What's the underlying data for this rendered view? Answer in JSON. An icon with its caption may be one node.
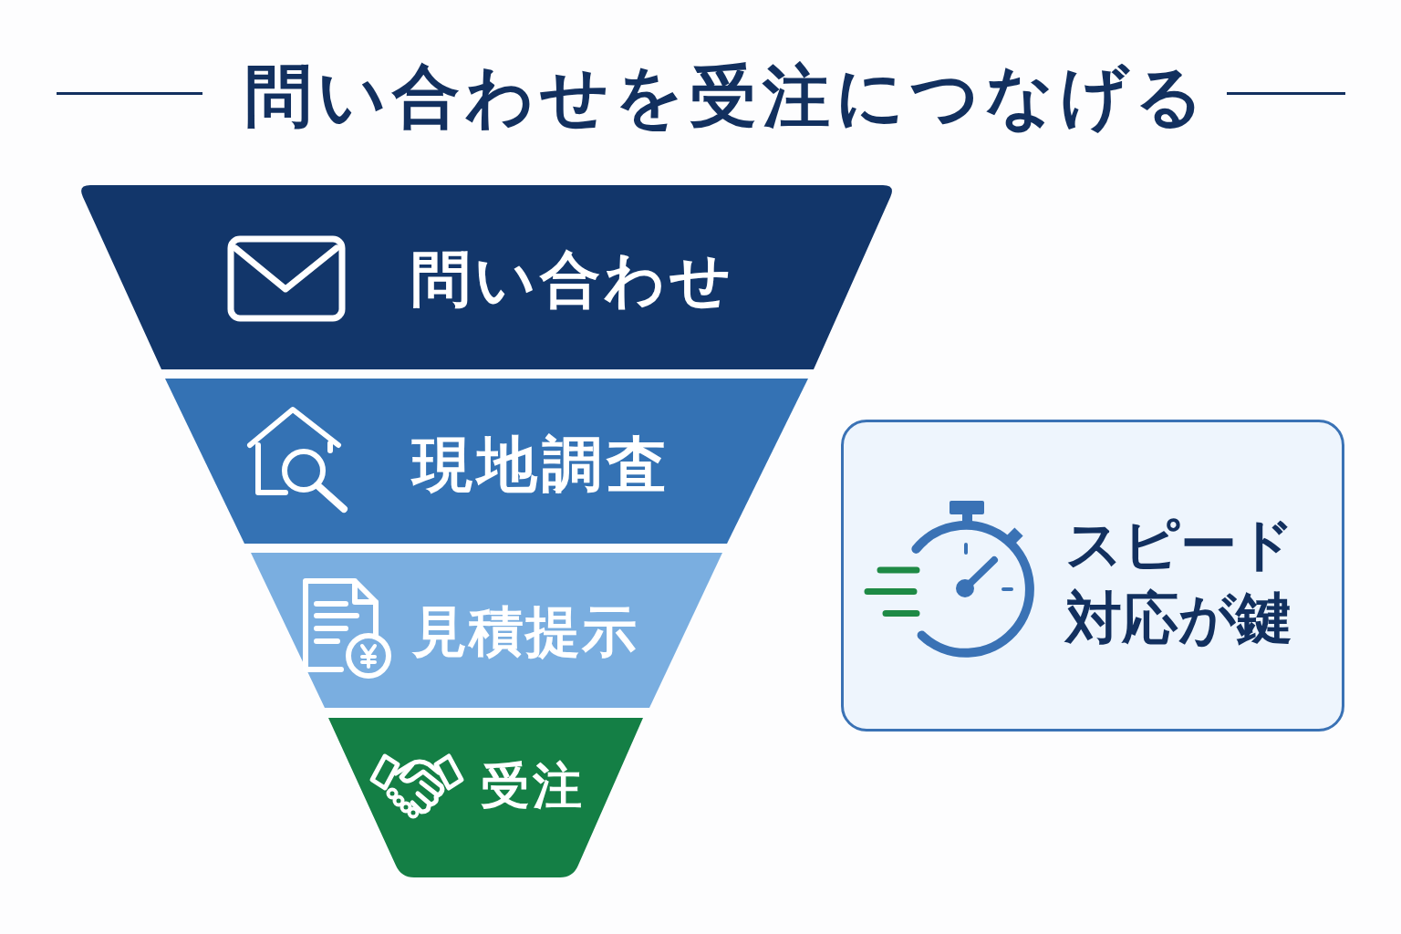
{
  "diagram": {
    "title": "問い合わせを受注につなげる",
    "nodes": [
      {
        "text": [
          "問い合わせ"
        ]
      },
      {
        "text": [
          "現地調査"
        ]
      },
      {
        "text": [
          "見積提示"
        ]
      },
      {
        "text": [
          "受注"
        ]
      },
      {
        "text": [
          "スピード対応が**鍵**"
        ]
      }
    ]
  }
}
